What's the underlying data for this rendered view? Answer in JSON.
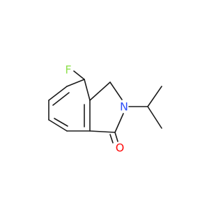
{
  "molecule": {
    "atoms": {
      "fluorine": {
        "symbol": "F",
        "color": "#90e050"
      },
      "nitrogen": {
        "symbol": "N",
        "color": "#3050f8"
      },
      "oxygen": {
        "symbol": "O",
        "color": "#ff0d0d"
      }
    }
  }
}
